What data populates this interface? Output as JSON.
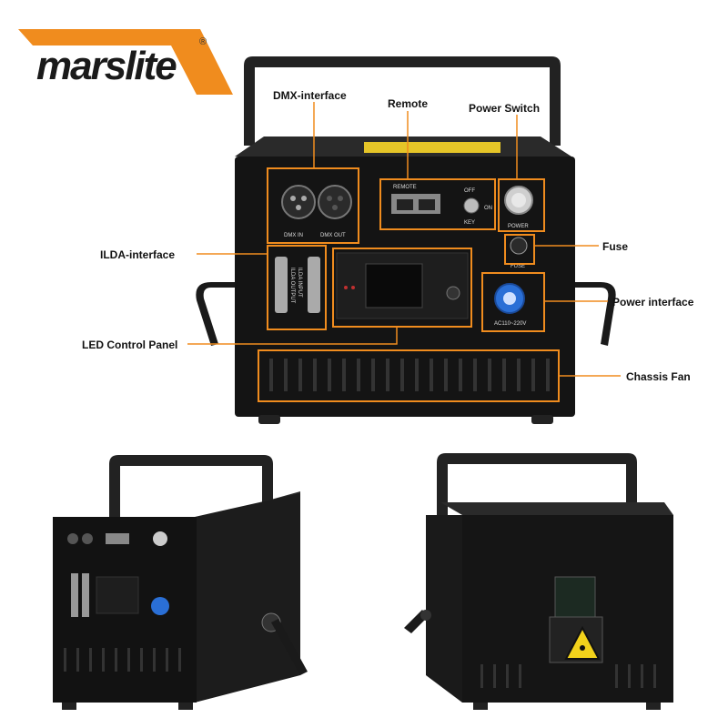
{
  "brand": {
    "logo_text": "marslite",
    "registered_mark": "®",
    "accent_color": "#f08c1e"
  },
  "callouts": {
    "dmx": "DMX-interface",
    "remote": "Remote",
    "power_switch": "Power Switch",
    "fuse": "Fuse",
    "ilda": "ILDA-interface",
    "power_interface": "Power interface",
    "led_panel": "LED Control Panel",
    "chassis_fan": "Chassis Fan"
  },
  "panel_labels": {
    "dmx_in": "DMX IN",
    "dmx_out": "DMX OUT",
    "remote": "REMOTE",
    "off": "OFF",
    "on": "ON",
    "key": "KEY",
    "power": "POWER",
    "fuse": "FUSE",
    "ilda_output": "ILDA OUTPUT",
    "ilda_input": "ILDA INPUT",
    "ac_rating": "AC110~220V"
  }
}
